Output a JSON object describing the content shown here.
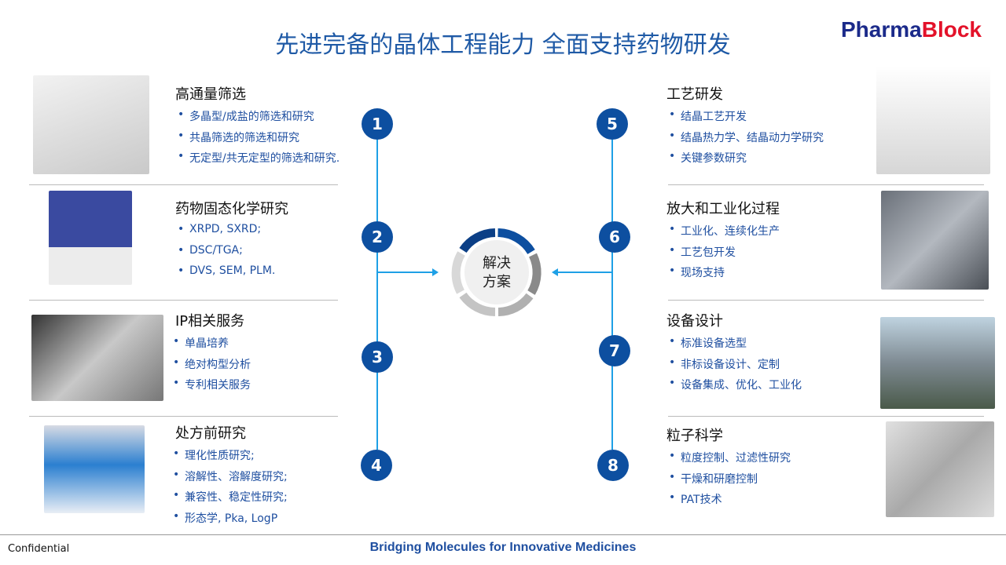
{
  "title": "先进完备的晶体工程能力 全面支持药物研发",
  "logo": {
    "part1": "Pharma",
    "part2": "Block"
  },
  "center": {
    "line1": "解决",
    "line2": "方案"
  },
  "left": [
    {
      "num": "1",
      "title": "高通量筛选",
      "items": [
        "多晶型/成盐的筛选和研究",
        "共晶筛选的筛选和研究",
        "无定型/共无定型的筛选和研究."
      ]
    },
    {
      "num": "2",
      "title": "药物固态化学研究",
      "items": [
        "XRPD, SXRD;",
        "DSC/TGA;",
        "DVS, SEM, PLM."
      ]
    },
    {
      "num": "3",
      "title": "IP相关服务",
      "items": [
        "单晶培养",
        "绝对构型分析",
        "专利相关服务"
      ]
    },
    {
      "num": "4",
      "title": "处方前研究",
      "items": [
        "理化性质研究;",
        "溶解性、溶解度研究;",
        "兼容性、稳定性研究;",
        "形态学, Pka, LogP"
      ]
    }
  ],
  "right": [
    {
      "num": "5",
      "title": "工艺研发",
      "items": [
        "结晶工艺开发",
        "结晶热力学、结晶动力学研究",
        "关键参数研究"
      ]
    },
    {
      "num": "6",
      "title": "放大和工业化过程",
      "items": [
        "工业化、连续化生产",
        "工艺包开发",
        "现场支持"
      ]
    },
    {
      "num": "7",
      "title": "设备设计",
      "items": [
        "标准设备选型",
        "非标设备设计、定制",
        "设备集成、优化、工业化"
      ]
    },
    {
      "num": "8",
      "title": "粒子科学",
      "items": [
        "粒度控制、过滤性研究",
        "干燥和研磨控制",
        "PAT技术"
      ]
    }
  ],
  "footer": {
    "confidential": "Confidential",
    "slogan": "Bridging Molecules for Innovative Medicines"
  }
}
